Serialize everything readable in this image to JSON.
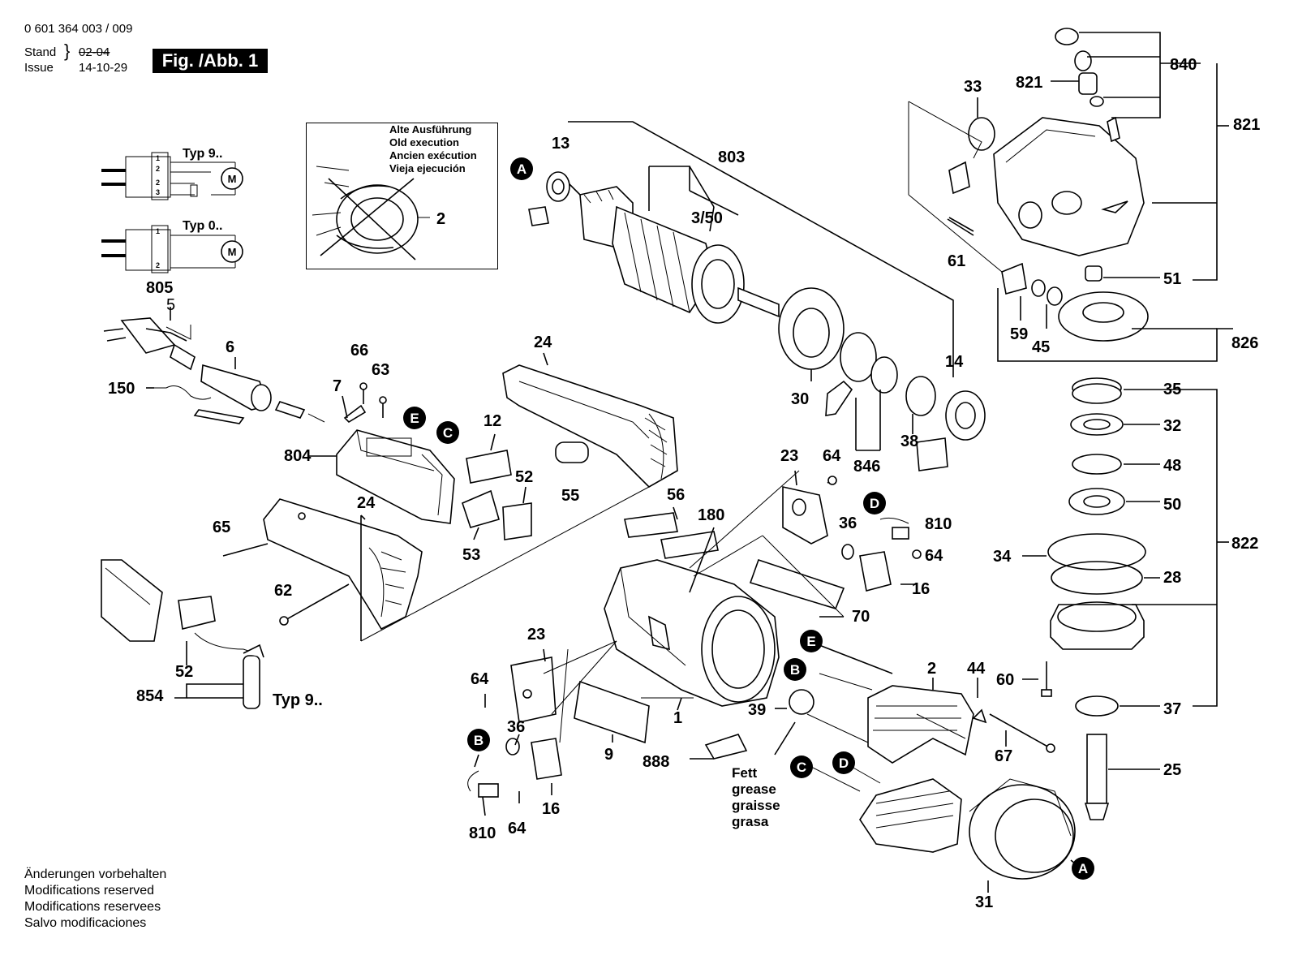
{
  "header": {
    "doc_number": "0 601 364 003 / 009",
    "stand_label": "Stand",
    "issue_label": "Issue",
    "stand_value": "02-04",
    "issue_value": "14-10-29",
    "figure_label": "Fig. /Abb. 1"
  },
  "inset": {
    "lines": [
      "Alte Ausführung",
      "Old execution",
      "Ancien exécution",
      "Vieja ejecución"
    ],
    "part_number": "2"
  },
  "wiring": {
    "top_label": "Typ 9..",
    "bottom_label": "Typ 0..",
    "motor_symbol": "M",
    "terminal_labels": [
      "1",
      "2",
      "2",
      "3",
      "1",
      "2"
    ]
  },
  "grease_note": [
    "Fett",
    "grease",
    "graisse",
    "grasa"
  ],
  "footer_notes": [
    "Änderungen vorbehalten",
    "Modifications reserved",
    "Modifications reservees",
    "Salvo modificaciones"
  ],
  "typ_label_bottom": "Typ 9..",
  "markers": [
    "A",
    "B",
    "C",
    "D",
    "E"
  ],
  "part_labels": [
    "805",
    "5",
    "6",
    "150",
    "66",
    "63",
    "7",
    "804",
    "E",
    "C",
    "12",
    "24",
    "55",
    "52",
    "53",
    "24",
    "65",
    "62",
    "52",
    "854",
    "13",
    "803",
    "3/50",
    "30",
    "846",
    "38",
    "14",
    "33",
    "821",
    "840",
    "821",
    "61",
    "51",
    "59",
    "45",
    "826",
    "35",
    "32",
    "48",
    "50",
    "822",
    "34",
    "28",
    "60",
    "37",
    "25",
    "23",
    "64",
    "36",
    "810",
    "64",
    "16",
    "70",
    "56",
    "180",
    "23",
    "64",
    "36",
    "16",
    "810",
    "64",
    "1",
    "9",
    "888",
    "39",
    "2",
    "44",
    "67",
    "31"
  ]
}
